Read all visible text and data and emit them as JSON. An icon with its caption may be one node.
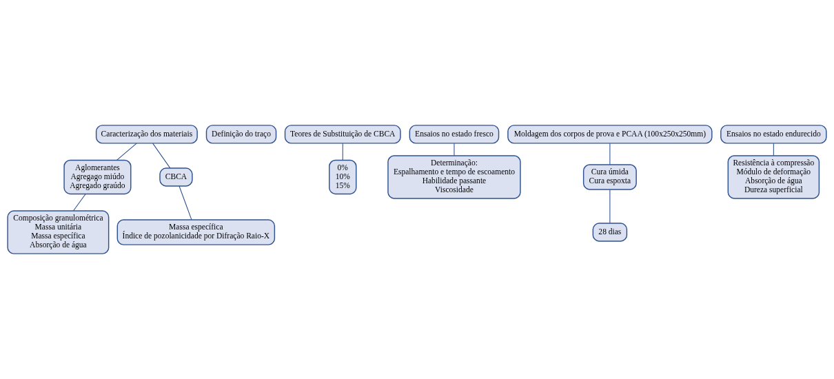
{
  "diagram": {
    "nodes": [
      {
        "text": [
          "Caracterização dos materiais"
        ]
      },
      {
        "text": [
          "Aglomerantes",
          "Agregago miúdo",
          "Agregado graúdo"
        ]
      },
      {
        "text": [
          "Composição granulométrica",
          "Massa unitária",
          "Massa específica",
          "Absorção de água"
        ]
      },
      {
        "text": [
          "Definição do traço"
        ]
      },
      {
        "text": [
          "CBCA"
        ]
      },
      {
        "text": [
          "Massa específica",
          "Índice de pozolanicidade por Difração Raio-X"
        ]
      },
      {
        "text": [
          "Teores de Substituição de CBCA"
        ]
      },
      {
        "text": [
          "0%",
          "10%",
          "15%"
        ]
      },
      {
        "text": [
          "Ensaios no estado fresco"
        ]
      },
      {
        "text": [
          "Determinação:",
          "Espalhamento e tempo de escoamento",
          "Habilidade passante",
          "Viscosidade"
        ]
      },
      {
        "text": [
          "Moldagem dos corpos de prova e PCAA (100x250x250mm)"
        ]
      },
      {
        "text": [
          "Cura úmida",
          "Cura espoxta"
        ]
      },
      {
        "text": [
          "28 dias"
        ]
      },
      {
        "text": [
          "Ensaios no estado endurecido"
        ]
      },
      {
        "text": [
          "Resistência à compressão",
          "Módulo de deformação",
          "Absorção de água",
          "Dureza superficial"
        ]
      }
    ],
    "edges": [
      {
        "from": 0,
        "to": 1,
        "arrow": "none"
      },
      {
        "from": 0,
        "to": 4,
        "arrow": "none"
      },
      {
        "from": 1,
        "to": 2,
        "arrow": "none"
      },
      {
        "from": 4,
        "to": 5,
        "arrow": "none"
      },
      {
        "from": 6,
        "to": 7,
        "arrow": "none"
      },
      {
        "from": 8,
        "to": 9,
        "arrow": "none"
      },
      {
        "from": 10,
        "to": 11,
        "arrow": "none"
      },
      {
        "from": 11,
        "to": 12,
        "arrow": "none"
      },
      {
        "from": 13,
        "to": 14,
        "arrow": "none"
      }
    ]
  }
}
